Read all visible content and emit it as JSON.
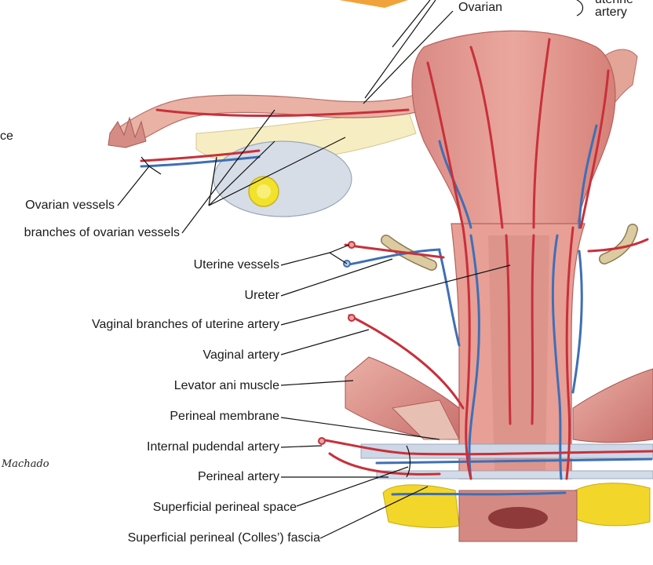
{
  "labels": {
    "ovarian": "Ovarian",
    "uterine_artery": "uterine",
    "artery": "artery",
    "space_fragment": "ce",
    "ovarian_vessels": "Ovarian vessels",
    "branches_ovarian": "branches of ovarian vessels",
    "uterine_vessels": "Uterine vessels",
    "ureter": "Ureter",
    "vaginal_branches": "Vaginal branches of uterine artery",
    "vaginal_artery": "Vaginal artery",
    "levator_ani": "Levator ani muscle",
    "perineal_membrane": "Perineal membrane",
    "internal_pudendal": "Internal pudendal artery",
    "perineal_artery": "Perineal artery",
    "superficial_space": "Superficial perineal space",
    "colles_fascia": "Superficial perineal (Colles’) fascia"
  },
  "signature": "Machado",
  "colors": {
    "artery": "#c8303a",
    "vein": "#3f6fb5",
    "tissue": "#e9a59a",
    "tissue_dark": "#d77f78",
    "fat": "#f2d62a",
    "ovary": "#cfd8e4",
    "tube": "#e7b3a4",
    "ureter": "#dcc9a0",
    "leader": "#111111"
  }
}
